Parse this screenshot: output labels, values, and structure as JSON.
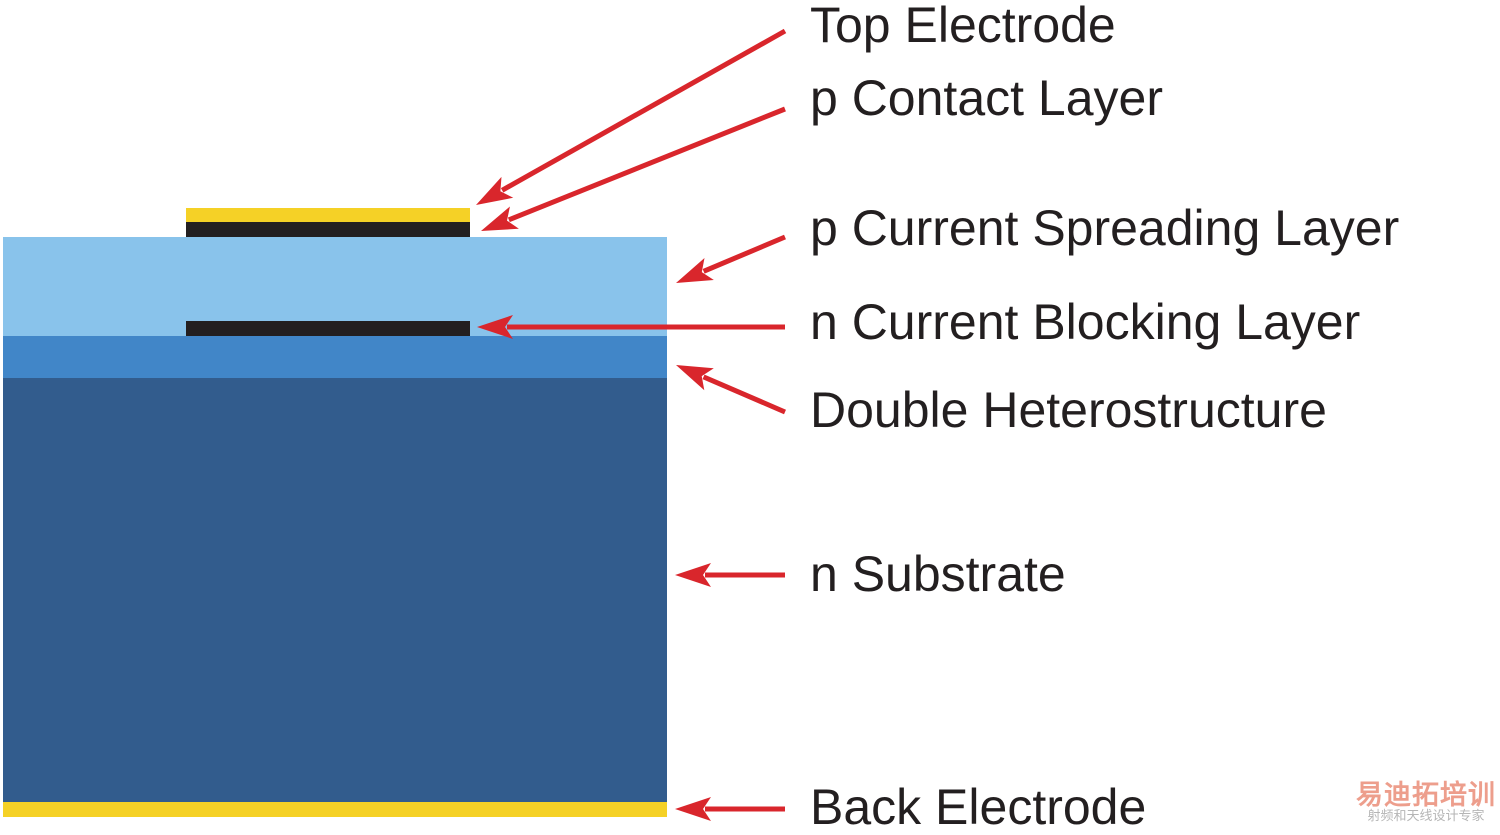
{
  "colors": {
    "top_electrode": "#f5d126",
    "contact_layer": "#231f20",
    "current_spreading_layer": "#89c3eb",
    "current_blocking_layer": "#231f20",
    "double_heterostructure": "#4186c8",
    "substrate": "#325c8d",
    "back_electrode": "#f5d126",
    "arrow": "#d9262c",
    "label_text": "#231f20"
  },
  "labels": {
    "top_electrode": "Top Electrode",
    "p_contact_layer": "p Contact Layer",
    "p_current_spreading_layer": "p Current Spreading Layer",
    "n_current_blocking_layer": "n Current Blocking Layer",
    "double_heterostructure": "Double Heterostructure",
    "n_substrate": "n Substrate",
    "back_electrode": "Back Electrode"
  },
  "watermark": {
    "title": "易迪拓培训",
    "subtitle": "射频和天线设计专家"
  }
}
